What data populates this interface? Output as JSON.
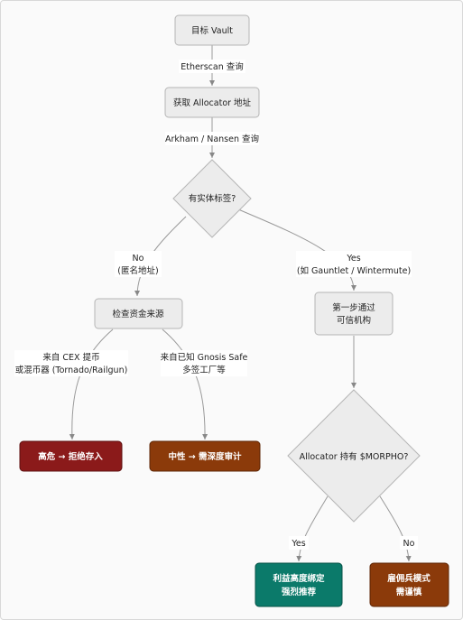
{
  "nodes": {
    "target_vault": "目标 Vault",
    "get_allocator": "获取 Allocator 地址",
    "has_label": "有实体标签?",
    "check_funds": "检查资金来源",
    "trusted_line1": "第一步通过",
    "trusted_line2": "可信机构",
    "holds_morpho": "Allocator 持有 $MORPHO?",
    "high_risk": "高危 → 拒绝存入",
    "neutral": "中性 → 需深度审计",
    "aligned_line1": "利益高度绑定",
    "aligned_line2": "强烈推荐",
    "merc_line1": "雇佣兵模式",
    "merc_line2": "需谨慎"
  },
  "edges": {
    "etherscan": "Etherscan 查询",
    "arkham": "Arkham / Nansen 查询",
    "no_line1": "No",
    "no_line2": "(匿名地址)",
    "yes_line1": "Yes",
    "yes_line2": "(如 Gauntlet / Wintermute)",
    "cex_line1": "来自 CEX 提币",
    "cex_line2": "或混币器 (Tornado/Railgun)",
    "safe_line1": "来自已知 Gnosis Safe",
    "safe_line2": "多签工厂等",
    "yes2": "Yes",
    "no2": "No"
  },
  "colors": {
    "high_risk": "#8b1a1a",
    "neutral": "#8b3a0a",
    "aligned": "#0b7a6a",
    "merc": "#8b3a0a"
  }
}
